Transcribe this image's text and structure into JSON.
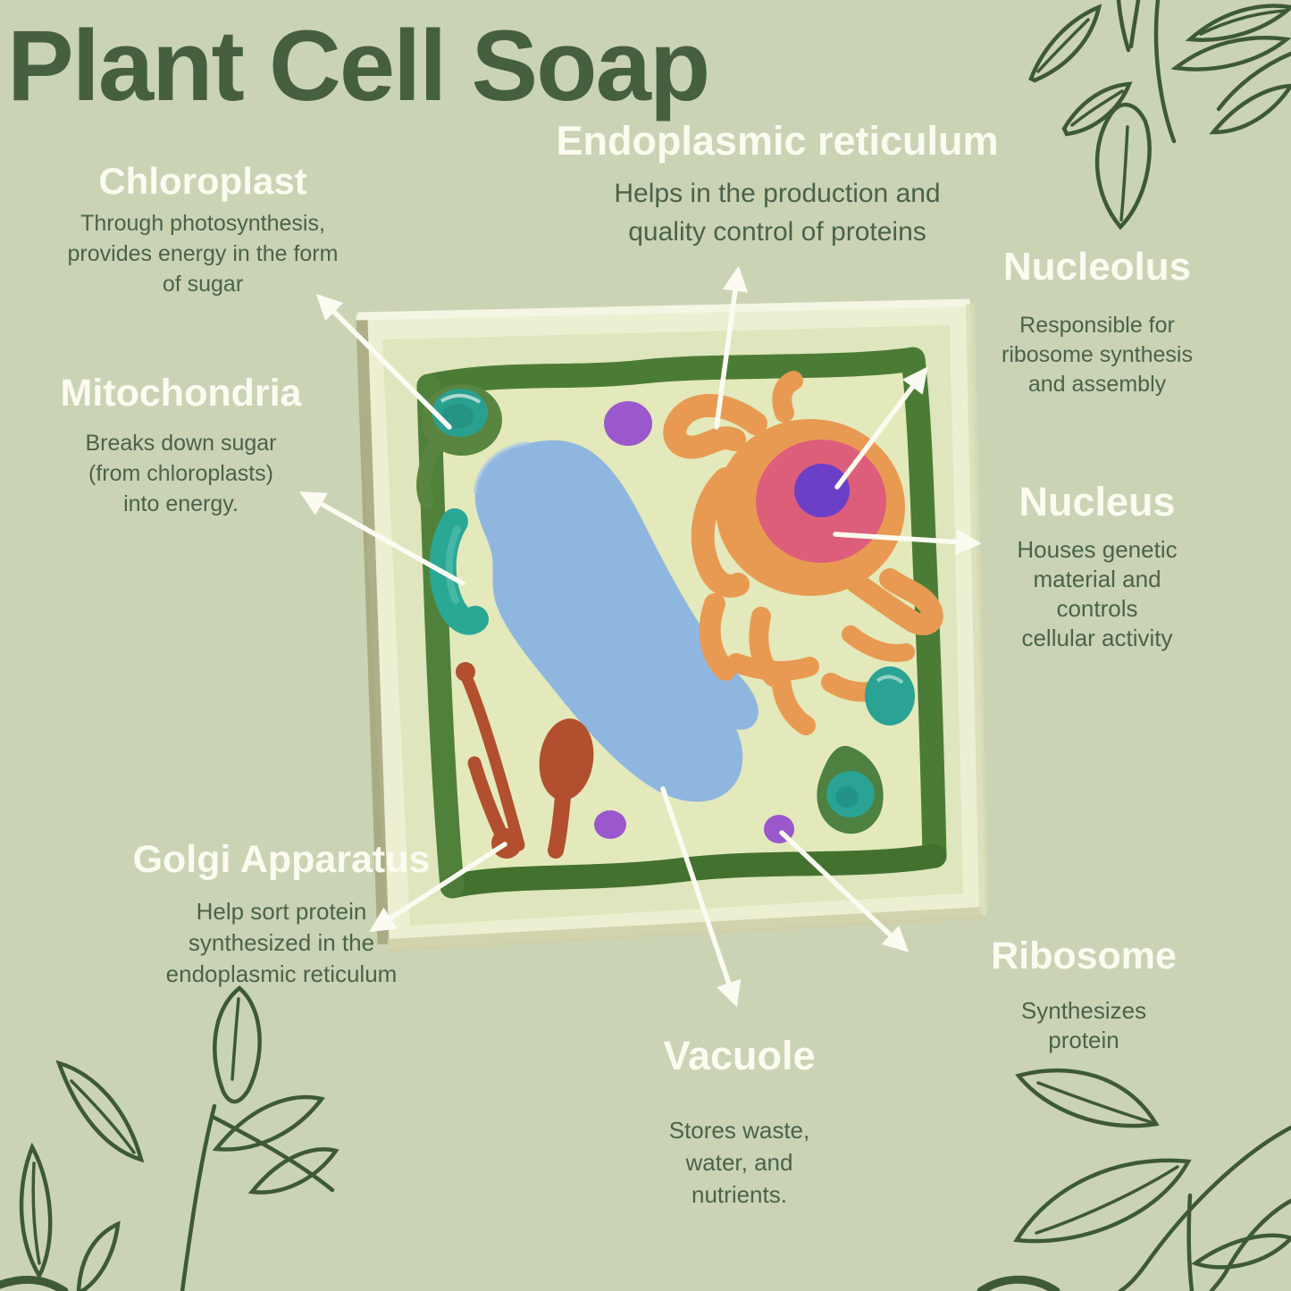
{
  "title": "Plant Cell Soap",
  "labels": [
    {
      "id": "chloroplast",
      "heading": "Chloroplast",
      "lines": [
        "Through photosynthesis,",
        "provides energy in the form",
        "of sugar"
      ]
    },
    {
      "id": "endoplasmic-reticulum",
      "heading": "Endoplasmic reticulum",
      "lines": [
        "Helps in the production and",
        "quality control of proteins"
      ]
    },
    {
      "id": "nucleolus",
      "heading": "Nucleolus",
      "lines": [
        "Responsible for",
        "ribosome synthesis",
        "and assembly"
      ]
    },
    {
      "id": "mitochondria",
      "heading": "Mitochondria",
      "lines": [
        "Breaks down sugar",
        "(from chloroplasts)",
        "into energy."
      ]
    },
    {
      "id": "nucleus",
      "heading": "Nucleus",
      "lines": [
        "Houses genetic",
        "material and",
        "controls",
        "cellular activity"
      ]
    },
    {
      "id": "golgi-apparatus",
      "heading": "Golgi Apparatus",
      "lines": [
        "Help sort protein",
        "synthesized in the",
        "endoplasmic reticulum"
      ]
    },
    {
      "id": "vacuole",
      "heading": "Vacuole",
      "lines": [
        "Stores waste,",
        "water, and",
        "nutrients."
      ]
    },
    {
      "id": "ribosome",
      "heading": "Ribosome",
      "lines": [
        "Synthesizes",
        "protein"
      ]
    }
  ],
  "soap_photo": {
    "parts": [
      {
        "name": "cell-wall",
        "color": "#4b7c36"
      },
      {
        "name": "cytoplasm",
        "color": "#e4e9bb"
      },
      {
        "name": "vacuole",
        "color": "#8fb6df"
      },
      {
        "name": "nucleus-er",
        "color": "#e89a52"
      },
      {
        "name": "nucleus-inner",
        "color": "#dc5e7b"
      },
      {
        "name": "nucleolus",
        "color": "#6c40c6"
      },
      {
        "name": "chloroplast",
        "color": "#2aa091"
      },
      {
        "name": "mitochondria",
        "color": "#2ba796"
      },
      {
        "name": "golgi-apparatus",
        "color": "#b14f2e"
      },
      {
        "name": "ribosomes",
        "color": "#9a58cc"
      }
    ]
  },
  "colors": {
    "background": "#cbd3b5",
    "title_text": "#46603f",
    "heading_text": "#fbfbf0",
    "body_text": "#4a6349",
    "arrow": "#fbfbf2",
    "leaf_line_art": "#3d5935",
    "soap_base": "#ecefd2"
  }
}
